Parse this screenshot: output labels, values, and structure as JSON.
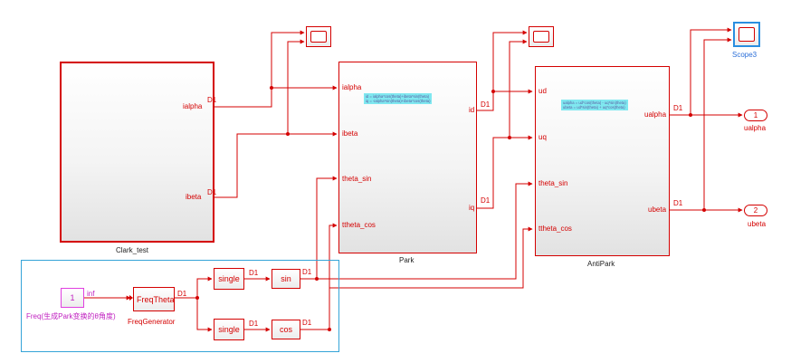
{
  "blocks": {
    "clark": {
      "name": "Clark_test",
      "ports_out": [
        "ialpha",
        "ibeta"
      ]
    },
    "park": {
      "name": "Park",
      "ports_in": [
        "ialpha",
        "ibeta",
        "theta_sin",
        "ttheta_cos"
      ],
      "ports_out": [
        "id",
        "iq"
      ],
      "note": [
        "id = ialpha*cos(theta)+ibeta*sin(theta)",
        "iq = -ialpha*sin(theta)+ibeta*cos(theta)"
      ]
    },
    "antipark": {
      "name": "AntiPark",
      "ports_in": [
        "ud",
        "uq",
        "theta_sin",
        "ttheta_cos"
      ],
      "ports_out": [
        "ualpha",
        "ubeta"
      ],
      "note": [
        "ualpha = ud*cos(theta) - uq*sin(theta)",
        "ubeta = ud*sin(theta) + uq*cos(theta)"
      ]
    },
    "freq_constant": {
      "value": "1",
      "label": "Freq(生成Park变换的θ角度)",
      "port_label": "inf"
    },
    "freq_generator": {
      "name": "FreqGenerator",
      "in_label": "Freq",
      "out_label": "Theta"
    },
    "single1": {
      "label": "single"
    },
    "single2": {
      "label": "single"
    },
    "sin": {
      "label": "sin"
    },
    "cos": {
      "label": "cos"
    },
    "scope3": {
      "name": "Scope3"
    },
    "outport1": {
      "number": "1",
      "name": "ualpha"
    },
    "outport2": {
      "number": "2",
      "name": "ubeta"
    }
  },
  "signal_labels": {
    "clark_ialpha": "D1",
    "clark_ibeta": "D1",
    "park_id": "D1",
    "park_iq": "D1",
    "antipark_ualpha": "D1",
    "antipark_ubeta": "D1",
    "freqgen_out": "D1",
    "single1_out": "D1",
    "single2_out": "D1",
    "sin_out": "D1",
    "cos_out": "D1"
  }
}
